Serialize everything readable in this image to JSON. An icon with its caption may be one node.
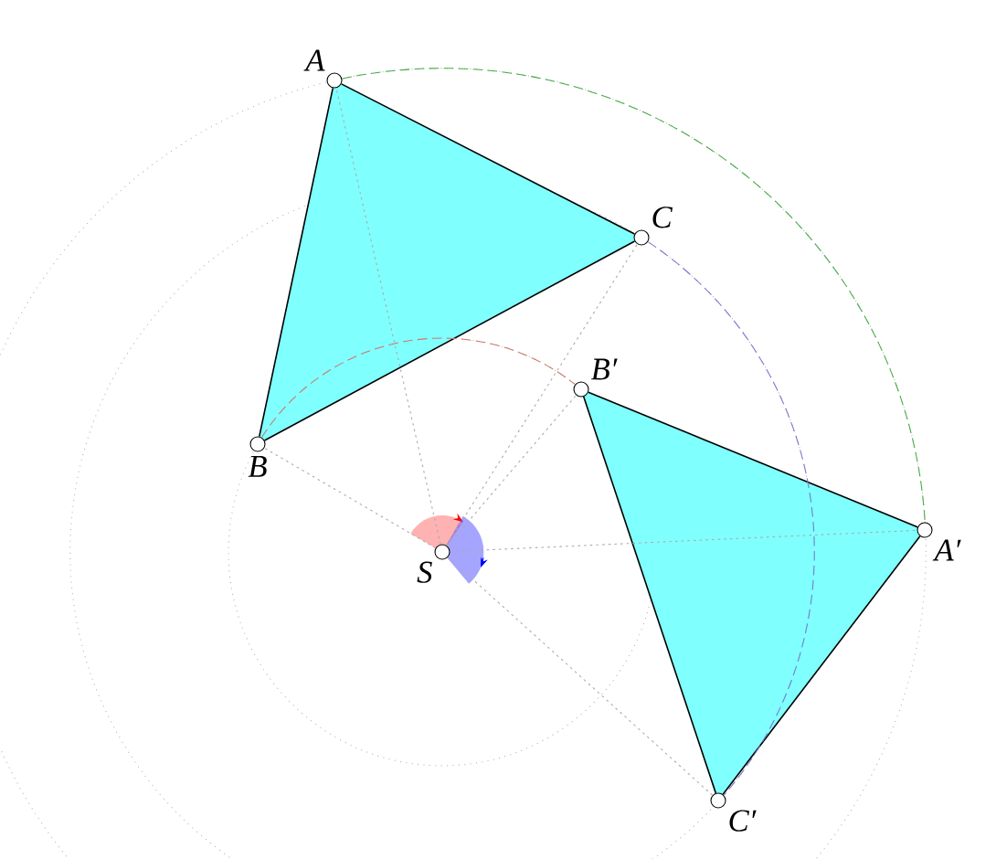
{
  "diagram": {
    "nodes": [
      {
        "text": [
          "A"
        ]
      },
      {
        "text": [
          "B"
        ]
      },
      {
        "text": [
          "C"
        ]
      },
      {
        "text": [
          "S"
        ]
      },
      {
        "text": [
          "A′"
        ]
      },
      {
        "text": [
          "B′"
        ]
      },
      {
        "text": [
          "C′"
        ]
      }
    ],
    "edges": [
      {
        "from": 0,
        "to": 1,
        "arrow": "none"
      },
      {
        "from": 1,
        "to": 2,
        "arrow": "none"
      },
      {
        "from": 2,
        "to": 0,
        "arrow": "none"
      },
      {
        "from": 4,
        "to": 5,
        "arrow": "none"
      },
      {
        "from": 5,
        "to": 6,
        "arrow": "none"
      },
      {
        "from": 6,
        "to": 4,
        "arrow": "none"
      },
      {
        "from": 3,
        "to": 0,
        "arrow": "none",
        "style": "dashed",
        "color": "#aaaaaa"
      },
      {
        "from": 3,
        "to": 1,
        "arrow": "none",
        "style": "dashed",
        "color": "#aaaaaa"
      },
      {
        "from": 3,
        "to": 2,
        "arrow": "none",
        "style": "dashed",
        "color": "#aaaaaa"
      },
      {
        "from": 3,
        "to": 4,
        "arrow": "none",
        "style": "dashed",
        "color": "#aaaaaa"
      },
      {
        "from": 3,
        "to": 5,
        "arrow": "none",
        "style": "dashed",
        "color": "#aaaaaa"
      },
      {
        "from": 3,
        "to": 6,
        "arrow": "none",
        "style": "dashed",
        "color": "#aaaaaa"
      },
      {
        "from": 1,
        "to": 5,
        "arrow": "none",
        "style": "dashed",
        "color": "#cc7766"
      },
      {
        "from": 2,
        "to": 6,
        "arrow": "none",
        "style": "dashed",
        "color": "#7777cc"
      },
      {
        "from": 0,
        "to": 4,
        "arrow": "none",
        "style": "dashed",
        "color": "#44aa44"
      }
    ]
  }
}
